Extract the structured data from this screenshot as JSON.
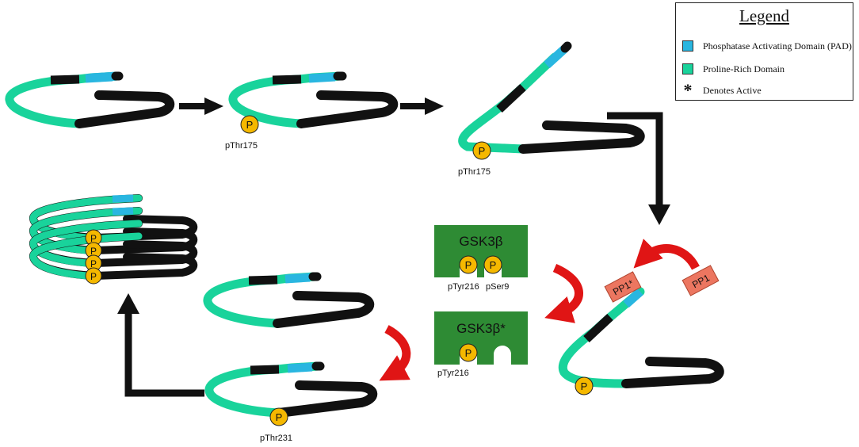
{
  "legend": {
    "title": "Legend",
    "items": [
      {
        "label": "Phosphatase Activating Domain (PAD)",
        "color": "#29b6e0"
      },
      {
        "label": "Proline-Rich Domain",
        "color": "#19d39b"
      },
      {
        "label": "Denotes Active",
        "symbol": "*"
      }
    ]
  },
  "labels": {
    "p": "P",
    "pthr175": "pThr175",
    "pthr231": "pThr231",
    "ptyr216": "pTyr216",
    "pser9": "pSer9",
    "gsk3b": "GSK3β",
    "gsk3b_active": "GSK3β*",
    "pp1": "PP1",
    "pp1_active": "PP1*"
  },
  "colors": {
    "pad": "#29b6e0",
    "prd": "#19d39b",
    "tau": "#111111",
    "phospho": "#f5b800",
    "gsk": "#2e8b34",
    "pp1": "#ec7660",
    "arrow_red": "#e01515"
  }
}
